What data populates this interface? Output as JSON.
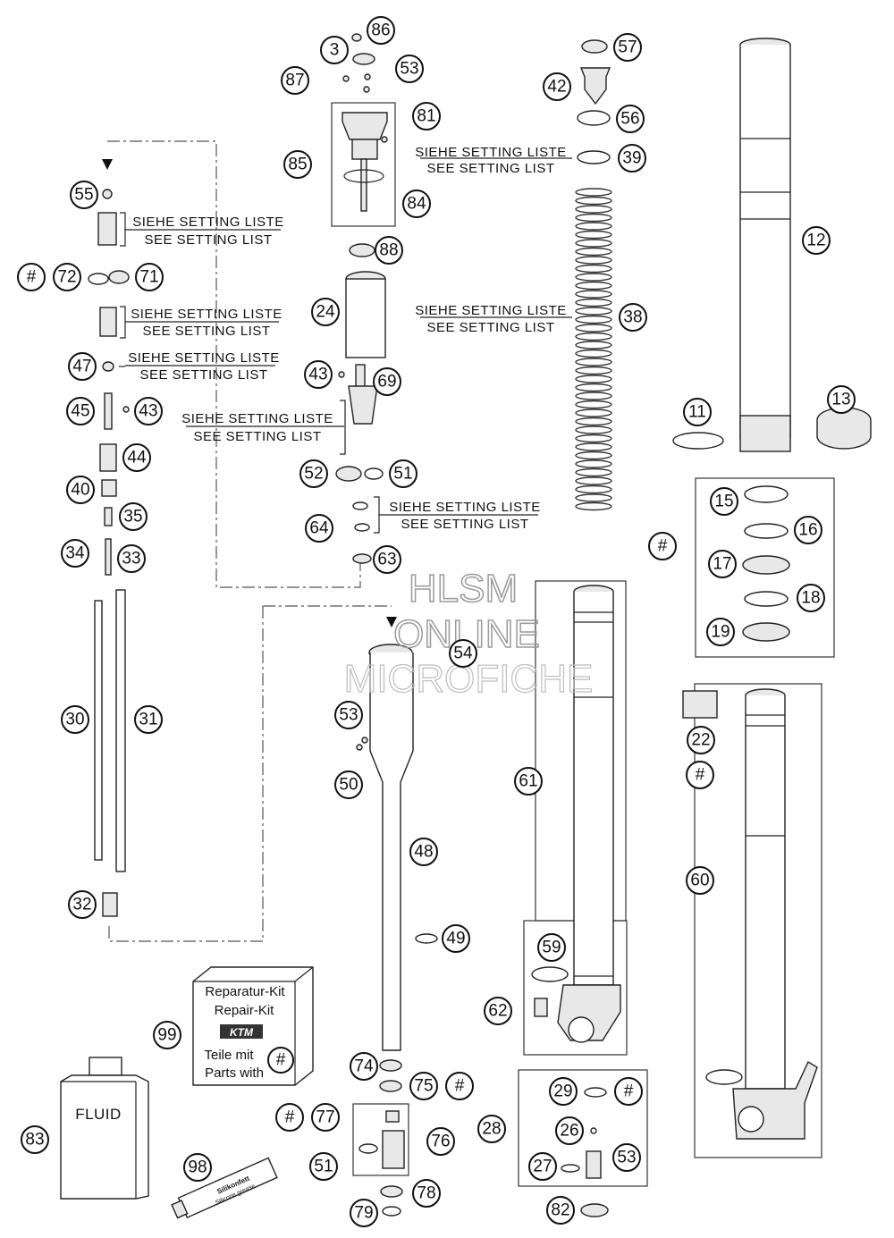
{
  "watermark": [
    "HLSM",
    "ONLINE",
    "MICROFICHE"
  ],
  "setting_notes": [
    {
      "de": "SIEHE SETTING LISTE",
      "en": "SEE SETTING LIST"
    },
    {
      "de": "SIEHE SETTING LISTE",
      "en": "SEE SETTING LIST"
    },
    {
      "de": "SIEHE SETTING LISTE",
      "en": "SEE SETTING LIST"
    },
    {
      "de": "SIEHE SETTING LISTE",
      "en": "SEE SETTING LIST"
    },
    {
      "de": "SIEHE SETTING LISTE",
      "en": "SEE SETTING LIST"
    },
    {
      "de": "SIEHE SETTING LISTE",
      "en": "SEE SETTING LIST"
    },
    {
      "de": "SIEHE SETTING LISTE",
      "en": "SEE SETTING LIST"
    }
  ],
  "repair_kit": {
    "line1": "Reparatur-Kit",
    "line2": "Repair-Kit",
    "brand": "KTM",
    "line3": "Teile mit",
    "line4": "Parts with",
    "symbol": "#"
  },
  "fluid_label": "FLUID",
  "grease_label": {
    "line1": "Silikonfett",
    "line2": "Silicone grease"
  },
  "callouts": [
    "86",
    "3",
    "87",
    "53",
    "81",
    "85",
    "84",
    "57",
    "42",
    "56",
    "39",
    "55",
    "#",
    "72",
    "71",
    "88",
    "24",
    "38",
    "12",
    "47",
    "43",
    "69",
    "45",
    "43",
    "11",
    "13",
    "44",
    "52",
    "51",
    "40",
    "35",
    "64",
    "#",
    "15",
    "16",
    "17",
    "18",
    "19",
    "34",
    "33",
    "63",
    "54",
    "53",
    "30",
    "31",
    "50",
    "61",
    "22",
    "#",
    "60",
    "48",
    "32",
    "49",
    "59",
    "99",
    "62",
    "74",
    "75",
    "#",
    "29",
    "#",
    "28",
    "26",
    "83",
    "#",
    "77",
    "76",
    "27",
    "53",
    "51",
    "98",
    "78",
    "79",
    "82"
  ]
}
